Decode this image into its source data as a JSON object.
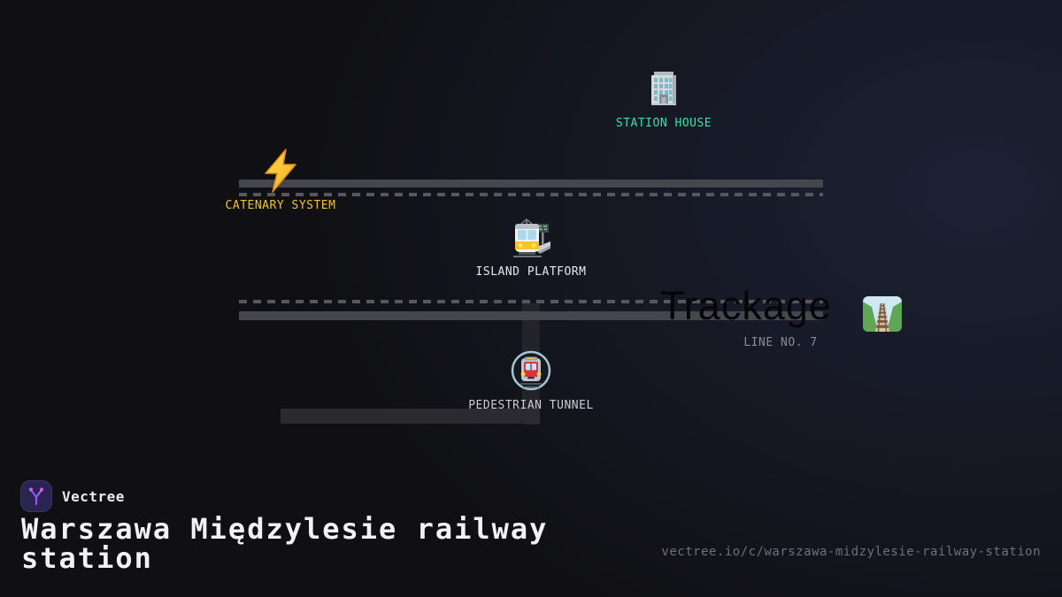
{
  "colors": {
    "background": "#101014",
    "background_glow": "#1c2134",
    "track_bar": "#45474e",
    "track_dash": "#56585f",
    "tunnel_vertical": "#232329",
    "tunnel_horizontal": "#2a2a30",
    "station_house_label": "#2de6a8",
    "catenary_label": "#f2c41d",
    "island_platform_label": "#e8e8ec",
    "pedestrian_tunnel_label": "#cbcbd3",
    "line_label": "#8b8b95",
    "trackage_text": "#060609",
    "logo_background": "#2a2452",
    "logo_gradient_start": "#7a52f4",
    "logo_gradient_end": "#c553f2"
  },
  "nodes": {
    "station_house": {
      "label": "STATION HOUSE",
      "icon": "office-building-icon"
    },
    "catenary_system": {
      "label": "CATENARY SYSTEM",
      "icon": "high-voltage-icon"
    },
    "island_platform": {
      "label": "ISLAND PLATFORM",
      "icon": "station-icon"
    },
    "trackage": {
      "label": "Trackage",
      "sublabel": "LINE NO. 7",
      "icon": "railway-track-icon"
    },
    "pedestrian_tunnel": {
      "label": "PEDESTRIAN TUNNEL",
      "icon": "metro-icon"
    }
  },
  "footer": {
    "brand": "Vectree",
    "logo_icon": "vectree-logo-icon",
    "title": "Warszawa Międzylesie railway station",
    "url": "vectree.io/c/warszawa-midzylesie-railway-station"
  }
}
